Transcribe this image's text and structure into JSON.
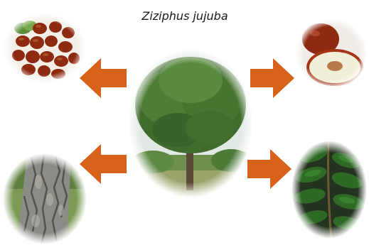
{
  "title": "Ziziphus jujuba",
  "colors": {
    "arrow": "#D9621B",
    "foliage": "#4E7D37",
    "fruit_red": "#8E2A12",
    "bark": "#8C8C86",
    "leaf": "#2E6A26"
  },
  "nodes": [
    {
      "id": "center",
      "depicts": "whole-tree-icon"
    },
    {
      "id": "top-left",
      "depicts": "dried-fruits-icon"
    },
    {
      "id": "top-right",
      "depicts": "fresh-fruit-cut-icon"
    },
    {
      "id": "bottom-left",
      "depicts": "bark-trunk-icon"
    },
    {
      "id": "bottom-right",
      "depicts": "leaves-branch-icon"
    }
  ]
}
